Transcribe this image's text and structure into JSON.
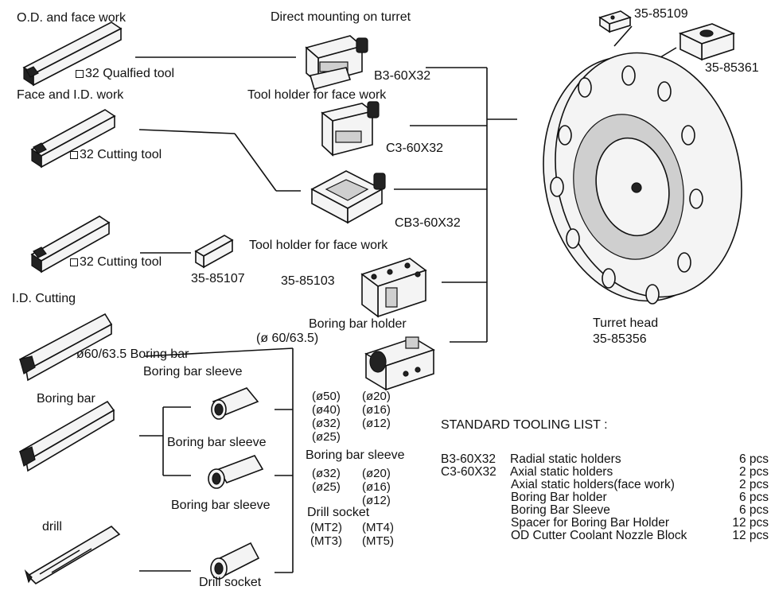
{
  "labels": {
    "od_face_work": "O.D. and face work",
    "direct_mounting": "Direct mounting on turret",
    "sq32_qualified": "32 Qualfied tool",
    "b3_60x32": "B3-60X32",
    "face_id_work": "Face and I.D. work",
    "holder_face_work_1": "Tool holder for face work",
    "sq32_cutting_1": "32 Cutting tool",
    "c3_60x32": "C3-60X32",
    "cb3_60x32": "CB3-60X32",
    "holder_face_work_2": "Tool holder for face work",
    "sq32_cutting_2": "32 Cutting tool",
    "p35_85107": "35-85107",
    "p35_85103": "35-85103",
    "id_cutting": "I.D. Cutting",
    "boring_bar_holder": "Boring bar holder",
    "dia60_635": "(ø 60/63.5)",
    "dia60_boring_bar": "ø60/63.5 Boring bar",
    "boring_bar_sleeve_top": "Boring bar sleeve",
    "boring_bar": "Boring bar",
    "boring_bar_sleeve_1": "Boring bar sleeve",
    "boring_bar_sleeve_2": "Boring bar sleeve",
    "boring_bar_sleeve_mid": "Boring bar sleeve",
    "drill": "drill",
    "drill_socket_bottom": "Drill socket",
    "drill_socket_mid": "Drill socket",
    "p35_85109": "35-85109",
    "p35_85361": "35-85361",
    "turret_head": "Turret head",
    "p35_85356": "35-85356"
  },
  "sizes": {
    "sleeve_sizes_1": [
      "(ø50)",
      "(ø20)",
      "(ø40)",
      "(ø16)",
      "(ø32)",
      "(ø12)",
      "(ø25)"
    ],
    "sleeve_sizes_2": [
      "(ø32)",
      "(ø20)",
      "(ø25)",
      "(ø16)",
      "(ø12)"
    ],
    "socket_sizes": [
      "(MT2)",
      "(MT4)",
      "(MT3)",
      "(MT5)"
    ]
  },
  "standard_tooling": {
    "heading": "STANDARD TOOLING LIST :",
    "rows": [
      {
        "code": "B3-60X32",
        "item": "Radial static holders",
        "qty": "6 pcs"
      },
      {
        "code": "C3-60X32",
        "item": "Axial static holders",
        "qty": "2 pcs"
      },
      {
        "code": "",
        "item": "Axial static holders(face work)",
        "qty": "2 pcs"
      },
      {
        "code": "",
        "item": "Boring Bar holder",
        "qty": "6 pcs"
      },
      {
        "code": "",
        "item": "Boring Bar Sleeve",
        "qty": "6 pcs"
      },
      {
        "code": "",
        "item": "Spacer for Boring Bar Holder",
        "qty": "12 pcs"
      },
      {
        "code": "",
        "item": "OD Cutter Coolant Nozzle Block",
        "qty": "12 pcs"
      }
    ]
  },
  "icons": [
    "square-icon"
  ]
}
